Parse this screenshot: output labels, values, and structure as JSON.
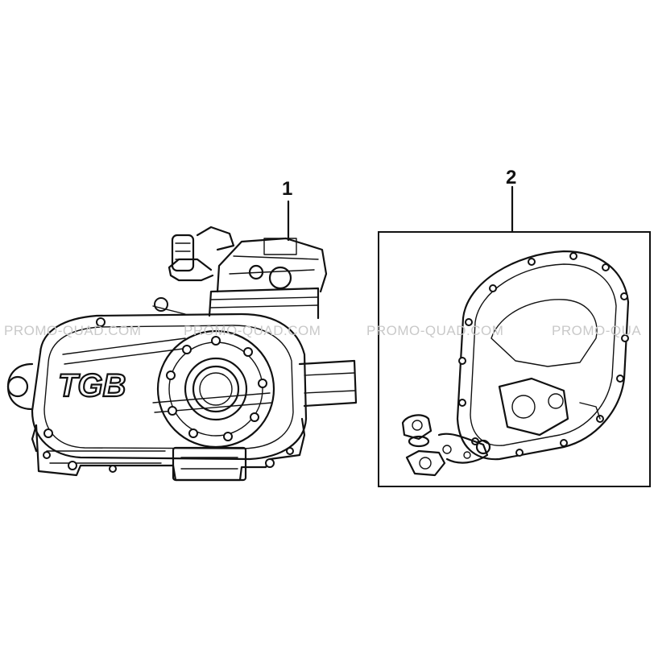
{
  "callouts": [
    {
      "id": "1",
      "label": "1"
    },
    {
      "id": "2",
      "label": "2"
    }
  ],
  "engine": {
    "logo_text": "TGB"
  },
  "watermarks": [
    "PROMO-QUAD.COM",
    "PROMO-QUAD.COM",
    "PROMO-QUAD.COM",
    "PROMO-QUA"
  ]
}
